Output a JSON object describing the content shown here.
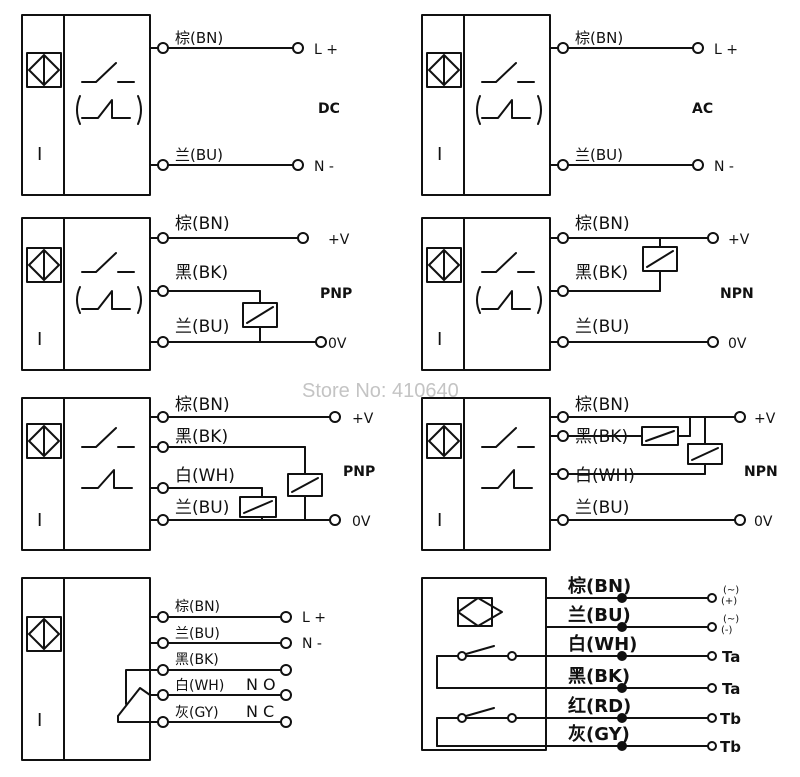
{
  "watermark": "Store No: 410640",
  "diagrams": [
    {
      "labels": [
        "棕(BN)",
        "兰(BU)"
      ],
      "terminals": [
        "L +",
        "N -"
      ],
      "title": "DC",
      "sensor_mark": "I"
    },
    {
      "labels": [
        "棕(BN)",
        "兰(BU)"
      ],
      "terminals": [
        "L +",
        "N -"
      ],
      "title": "AC",
      "sensor_mark": "I"
    },
    {
      "labels": [
        "棕(BN)",
        "黑(BK)",
        "兰(BU)"
      ],
      "terminals": [
        "+V",
        "0V"
      ],
      "title": "PNP",
      "sensor_mark": "I"
    },
    {
      "labels": [
        "棕(BN)",
        "黑(BK)",
        "兰(BU)"
      ],
      "terminals": [
        "+V",
        "0V"
      ],
      "title": "NPN",
      "sensor_mark": "I"
    },
    {
      "labels": [
        "棕(BN)",
        "黑(BK)",
        "白(WH)",
        "兰(BU)"
      ],
      "terminals": [
        "+V",
        "0V"
      ],
      "title": "PNP",
      "sensor_mark": "I"
    },
    {
      "labels": [
        "棕(BN)",
        "黑(BK)",
        "白(WH)",
        "兰(BU)"
      ],
      "terminals": [
        "+V",
        "0V"
      ],
      "title": "NPN",
      "sensor_mark": "I"
    },
    {
      "labels": [
        "棕(BN)",
        "兰(BU)",
        "黑(BK)",
        "白(WH)",
        "灰(GY)"
      ],
      "terminals": [
        "L +",
        "N -",
        "N O",
        "N C"
      ],
      "sensor_mark": "I"
    },
    {
      "labels": [
        "棕(BN)",
        "兰(BU)",
        "白(WH)",
        "黑(BK)",
        "红(RD)",
        "灰(GY)"
      ],
      "terminals": [
        "(~)",
        "(+)",
        "(~)",
        "(-)",
        "Ta",
        "Ta",
        "Tb",
        "Tb"
      ]
    }
  ]
}
